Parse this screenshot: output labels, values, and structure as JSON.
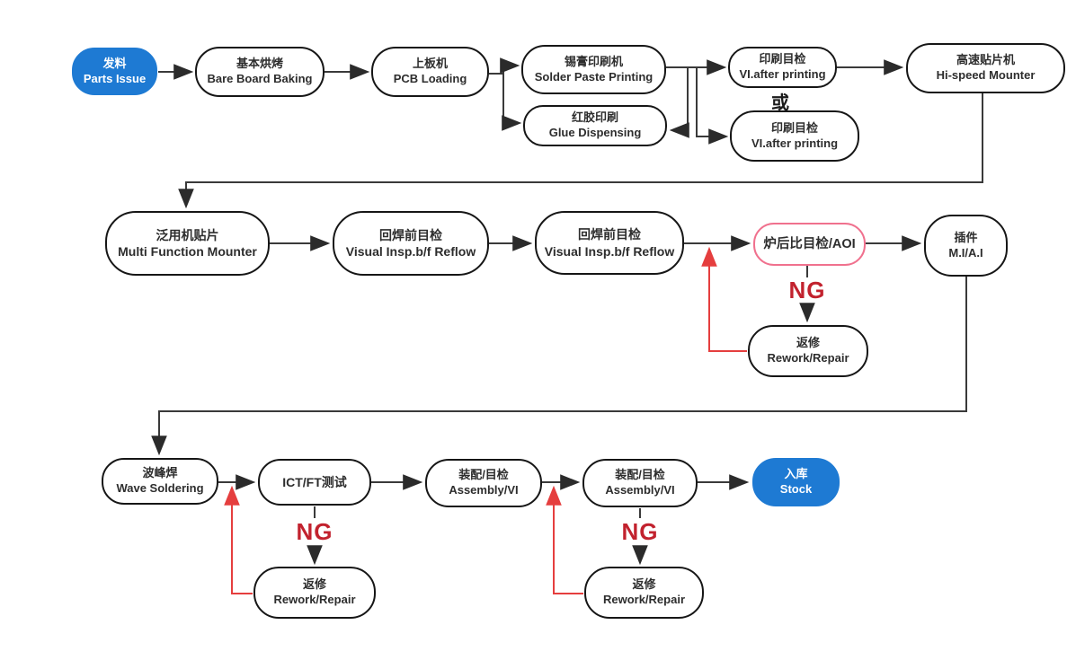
{
  "labels": {
    "or": "或",
    "ng": "NG"
  },
  "colors": {
    "accent_blue": "#1e7ad3",
    "highlight_pink": "#f0718e",
    "ng_red": "#c2222e",
    "feedback_red": "#e53e3e",
    "line_dark": "#3a3a3a"
  },
  "nodes": {
    "parts_issue": {
      "zh": "发料",
      "en": "Parts Issue"
    },
    "baking": {
      "zh": "基本烘烤",
      "en": "Bare Board Baking"
    },
    "pcb_loading": {
      "zh": "上板机",
      "en": "PCB Loading"
    },
    "solder_paste": {
      "zh": "锡膏印刷机",
      "en": "Solder Paste Printing"
    },
    "glue": {
      "zh": "红胶印刷",
      "en": "Glue Dispensing"
    },
    "vi1": {
      "zh": "印刷目检",
      "en": "VI.after printing"
    },
    "vi2": {
      "zh": "印刷目检",
      "en": "VI.after printing"
    },
    "hi_speed": {
      "zh": "高速贴片机",
      "en": "Hi-speed Mounter"
    },
    "mfm": {
      "zh": "泛用机贴片",
      "en": "Multi Function Mounter"
    },
    "reflow1": {
      "zh": "回焊前目检",
      "en": "Visual Insp.b/f Reflow"
    },
    "reflow2": {
      "zh": "回焊前目检",
      "en": "Visual Insp.b/f Reflow"
    },
    "aoi": {
      "zh": "炉后比目检/AOI"
    },
    "mi_ai": {
      "zh": "插件",
      "en": "M.I/A.I"
    },
    "rework_smt": {
      "zh": "返修",
      "en": "Rework/Repair"
    },
    "wave": {
      "zh": "波峰焊",
      "en": "Wave Soldering"
    },
    "ict": {
      "zh": "ICT/FT测试"
    },
    "asm1": {
      "zh": "装配/目检",
      "en": "Assembly/VI"
    },
    "asm2": {
      "zh": "装配/目检",
      "en": "Assembly/VI"
    },
    "stock": {
      "zh": "入库",
      "en": "Stock"
    },
    "rework_ict": {
      "zh": "返修",
      "en": "Rework/Repair"
    },
    "rework_asm": {
      "zh": "返修",
      "en": "Rework/Repair"
    }
  }
}
